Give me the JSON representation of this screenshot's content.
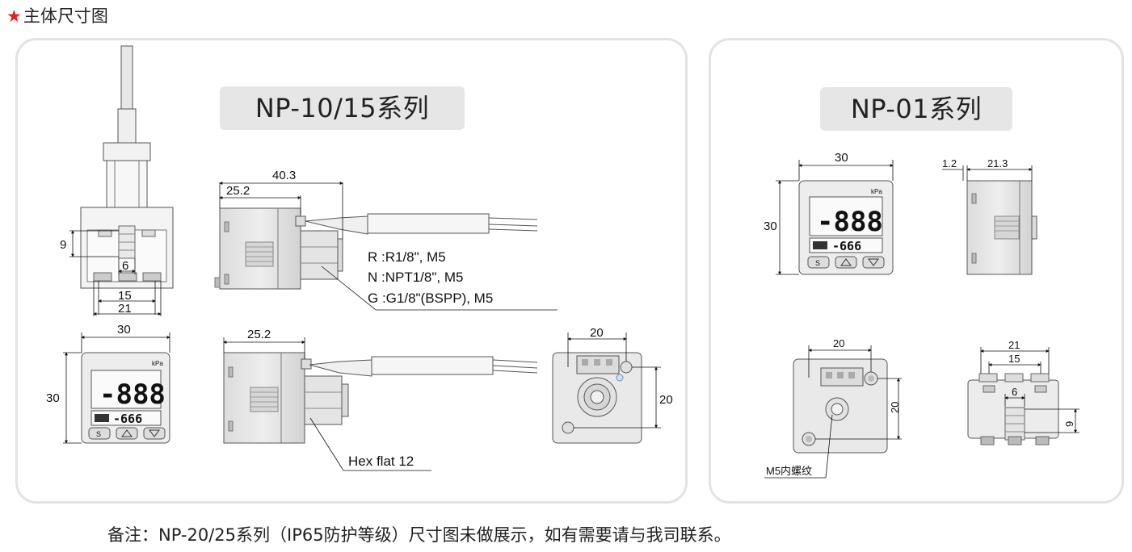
{
  "heading": {
    "star": "★",
    "text": "主体尺寸图"
  },
  "left_panel": {
    "series_label": "NP-10/15系列",
    "front_dims": {
      "w15": "15",
      "w21": "21",
      "w6": "6",
      "h9": "9"
    },
    "side_dims": {
      "total": "40.3",
      "body": "25.2"
    },
    "thread_options": [
      "R :R1/8\", M5",
      "N :NPT1/8\", M5",
      "G :G1/8\"(BSPP), M5"
    ],
    "display_dims": {
      "w": "30",
      "h": "30"
    },
    "display": {
      "unit": "kPa",
      "main": "-888",
      "sub": "-666",
      "btn_s": "S"
    },
    "side2_dims": {
      "body": "25.2"
    },
    "hex_label": "Hex flat 12",
    "back_dims": {
      "w": "20",
      "h": "20"
    }
  },
  "right_panel": {
    "series_label": "NP-01系列",
    "front_dims": {
      "w": "30",
      "h": "30"
    },
    "display": {
      "unit": "kPa",
      "main": "-888",
      "sub": "-666",
      "btn_s": "S"
    },
    "side_dims": {
      "a": "1.2",
      "b": "21.3"
    },
    "back_dims": {
      "w": "20",
      "h": "20"
    },
    "m5_label": "M5内螺纹",
    "bottom_dims": {
      "w21": "21",
      "w15": "15",
      "w6": "6",
      "h9": "9"
    }
  },
  "note": "备注：NP-20/25系列（IP65防护等级）尺寸图未做展示，如有需要请与我司联系。"
}
